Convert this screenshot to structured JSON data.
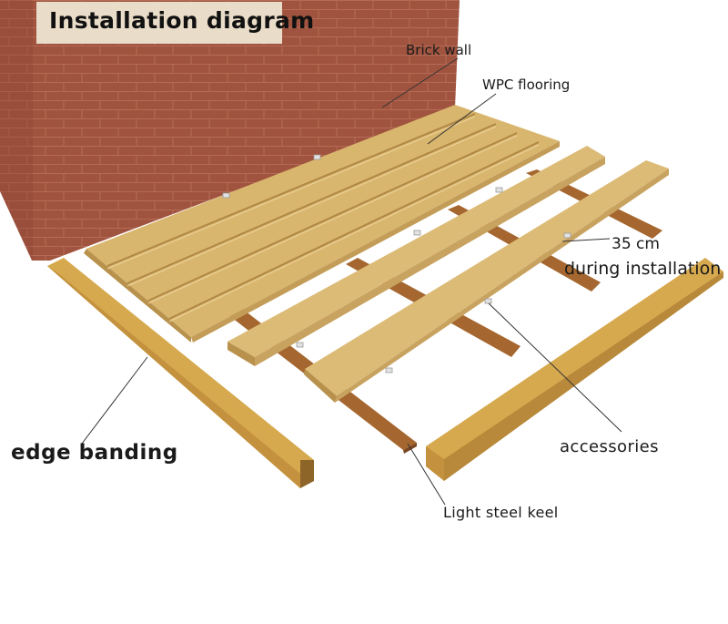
{
  "title": "Installation diagram",
  "labels": {
    "brick_wall": "Brick wall",
    "wpc_flooring": "WPC flooring",
    "spacing_value": "35 cm",
    "spacing_note": "during installation",
    "edge_banding": "edge banding",
    "accessories": "accessories",
    "light_steel_keel": "Light steel keel"
  },
  "colors": {
    "brick": "#a0543f",
    "brick_mortar": "#c57e68",
    "board": "#d9b66e",
    "board_edge": "#b8924d",
    "keel": "#a5672f",
    "title_background": "#e9dcc8"
  }
}
